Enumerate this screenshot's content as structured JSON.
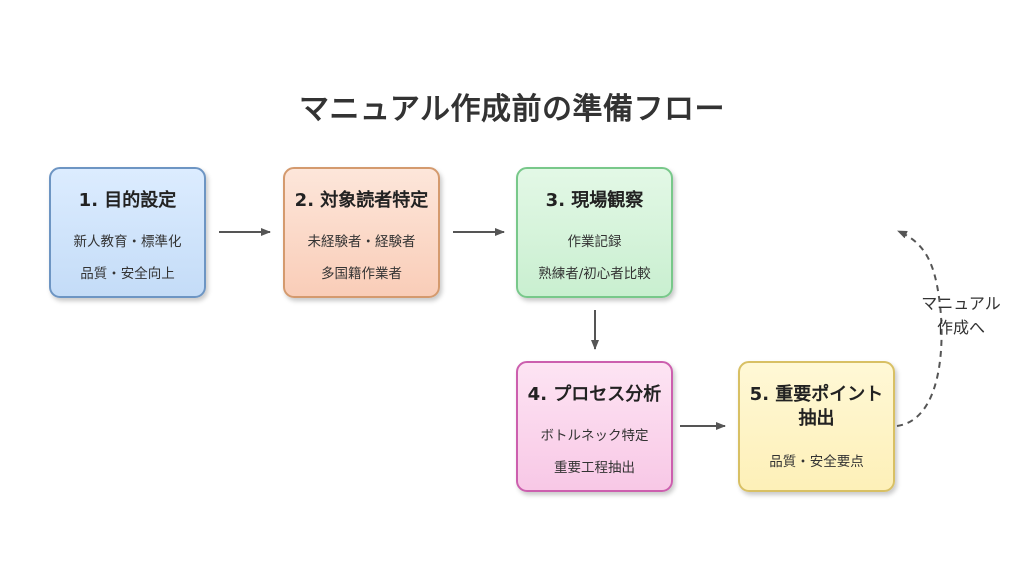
{
  "title": "マニュアル作成前の準備フロー",
  "steps": [
    {
      "title": "1. 目的設定",
      "lines": [
        "新人教育・標準化",
        "品質・安全向上"
      ],
      "border_color": "#6d95c3",
      "fill_color": "#c4dcf7"
    },
    {
      "title": "2. 対象読者特定",
      "lines": [
        "未経験者・経験者",
        "多国籍作業者"
      ],
      "border_color": "#d49a6e",
      "fill_color": "#f9cdb8"
    },
    {
      "title": "3. 現場観察",
      "lines": [
        "作業記録",
        "熟練者/初心者比較"
      ],
      "border_color": "#78c88a",
      "fill_color": "#c9efd0"
    },
    {
      "title": "4. プロセス分析",
      "lines": [
        "ボトルネック特定",
        "重要工程抽出"
      ],
      "border_color": "#cc5fae",
      "fill_color": "#f8c8e6"
    },
    {
      "title_lines": [
        "5. 重要ポイント",
        "抽出"
      ],
      "lines": [
        "品質・安全要点"
      ],
      "border_color": "#d8c064",
      "fill_color": "#fdf0b8"
    }
  ],
  "next_note": [
    "マニュアル",
    "作成へ"
  ],
  "arrow_color": "#555555"
}
